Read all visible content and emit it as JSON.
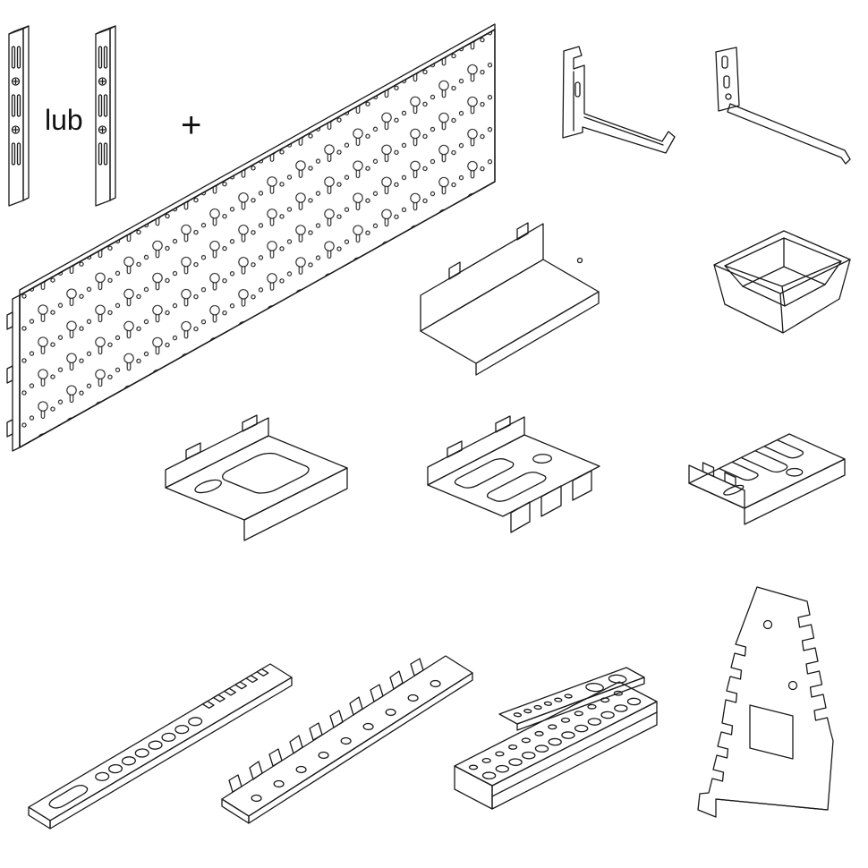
{
  "page": {
    "background_color": "#ffffff",
    "line_color": "#1a1a1a",
    "kind": "pegboard tool-wall assembly line drawing"
  },
  "labels": {
    "or": "lub",
    "plus": "+"
  },
  "parts": [
    {
      "id": "wall-upright-left",
      "name": "slotted-wall-upright"
    },
    {
      "id": "wall-upright-right",
      "name": "slotted-wall-upright"
    },
    {
      "id": "perforated-panel",
      "name": "perforated-keyhole-back-panel"
    },
    {
      "id": "shelf-bracket",
      "name": "hook-on-shelf-bracket"
    },
    {
      "id": "single-hook",
      "name": "long-single-hook-pin"
    },
    {
      "id": "shelf-tray",
      "name": "hanging-shelf-tray"
    },
    {
      "id": "storage-bin",
      "name": "open-front-storage-bin"
    },
    {
      "id": "tool-holder-clip-1",
      "name": "tool-holder-clip-large-cutout"
    },
    {
      "id": "tool-holder-clip-2",
      "name": "tool-holder-clip-double-slot"
    },
    {
      "id": "tool-holder-clip-3",
      "name": "tool-holder-clip-comb"
    },
    {
      "id": "perforated-strip",
      "name": "perforated-holder-strip"
    },
    {
      "id": "comb-strip",
      "name": "comb-tool-strip"
    },
    {
      "id": "drill-bit-holder",
      "name": "drill-bit-holder-block"
    },
    {
      "id": "saw-stand",
      "name": "notched-saw-stand"
    }
  ]
}
